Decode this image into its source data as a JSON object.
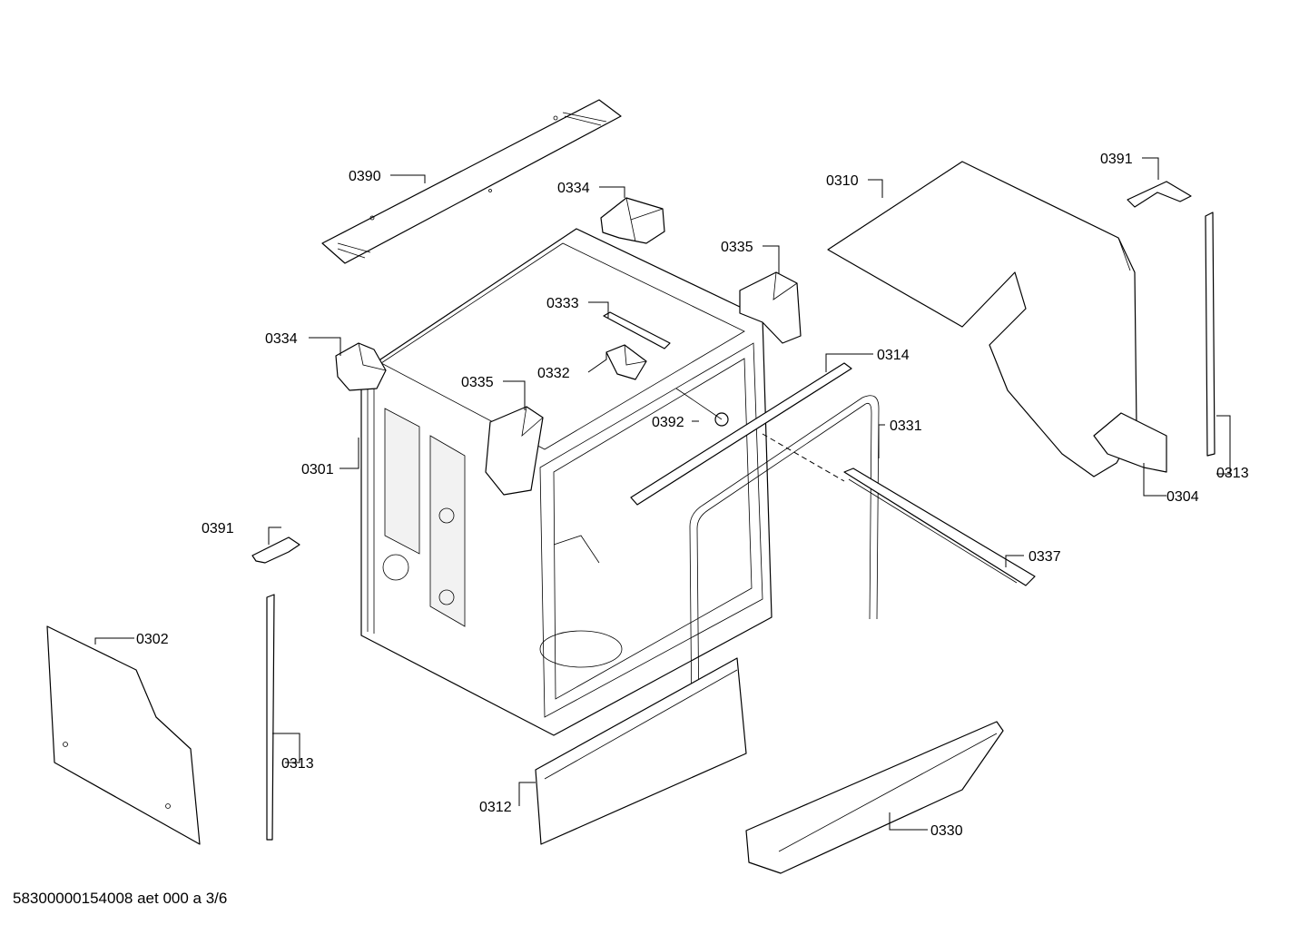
{
  "diagram_title": "",
  "footer": {
    "code": "58300000154008 aet 000 a 3/6"
  },
  "callouts": [
    {
      "id": "c0390",
      "label": "0390"
    },
    {
      "id": "c0334a",
      "label": "0334"
    },
    {
      "id": "c0334b",
      "label": "0334"
    },
    {
      "id": "c0335a",
      "label": "0335"
    },
    {
      "id": "c0335b",
      "label": "0335"
    },
    {
      "id": "c0333",
      "label": "0333"
    },
    {
      "id": "c0332",
      "label": "0332"
    },
    {
      "id": "c0301",
      "label": "0301"
    },
    {
      "id": "c0392",
      "label": "0392"
    },
    {
      "id": "c0314",
      "label": "0314"
    },
    {
      "id": "c0331",
      "label": "0331"
    },
    {
      "id": "c0310",
      "label": "0310"
    },
    {
      "id": "c0391a",
      "label": "0391"
    },
    {
      "id": "c0391b",
      "label": "0391"
    },
    {
      "id": "c0313a",
      "label": "0313"
    },
    {
      "id": "c0313b",
      "label": "0313"
    },
    {
      "id": "c0304",
      "label": "0304"
    },
    {
      "id": "c0337",
      "label": "0337"
    },
    {
      "id": "c0302",
      "label": "0302"
    },
    {
      "id": "c0312",
      "label": "0312"
    },
    {
      "id": "c0330",
      "label": "0330"
    }
  ]
}
